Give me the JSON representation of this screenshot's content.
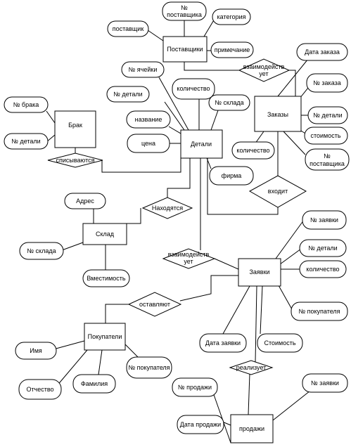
{
  "entities": {
    "postavshchiki": "Поставщики",
    "brak": "Брак",
    "detali": "Детали",
    "zakazy": "Заказы",
    "sklad": "Склад",
    "zayavki": "Заявки",
    "pokupateli": "Покупатели",
    "prodazhi": "продажи"
  },
  "relationships": {
    "vzaimodeystvuet_top": [
      "взаимодейств",
      "ует"
    ],
    "spisyvayutsya": "списываются",
    "vkhodit": "входит",
    "nakhodyatsya": "Находятся",
    "vzaimodeystvuet_mid": [
      "взаимодейств",
      "ует"
    ],
    "ostavlyayut": "оставляют",
    "realizuet": "реализует"
  },
  "attributes": {
    "post_nomer": [
      "№",
      "поставщика"
    ],
    "post_postavshchik": "поставщик",
    "post_kategoriya": "категория",
    "post_primechanie": "примечание",
    "brak_nomer": "№ брака",
    "brak_detali": "№ детали",
    "det_yacheyki": "№ ячейки",
    "det_nomer": "№ детали",
    "det_kolichestvo": "количество",
    "det_sklada": "№ склада",
    "det_nazvanie": "название",
    "det_tsena": "цена",
    "det_firma": "фирма",
    "zak_data": "Дата заказа",
    "zak_nomer": "№ заказа",
    "zak_detali": "№ детали",
    "zak_stoimost": "стоимость",
    "zak_postavshchika": [
      "№",
      "поставщика"
    ],
    "zak_kolichestvo": "количество",
    "skl_adres": "Адрес",
    "skl_nomer": "№ склада",
    "skl_vmestimost": "Вместимость",
    "zay_nomer": "№ заявки",
    "zay_detali": "№ детали",
    "zay_kolichestvo": "количество",
    "zay_pokupatelya": "№ покупателя",
    "zay_data": "Дата заявки",
    "zay_stoimost": "Стоимость",
    "pok_imya": "Имя",
    "pok_otchestvo": "Отчество",
    "pok_familiya": "Фамилия",
    "pok_nomer": "№ покупателя",
    "prod_nomer": "№ продажи",
    "prod_data": "Дата продажи",
    "prod_zayavki": "№ заявки"
  }
}
